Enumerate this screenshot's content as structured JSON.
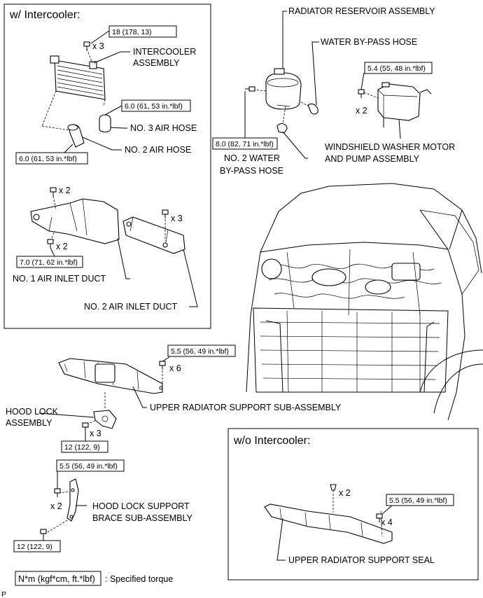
{
  "sections": {
    "with_intercooler": "w/ Intercooler:",
    "without_intercooler": "w/o Intercooler:"
  },
  "parts": {
    "radiator_reservoir": "RADIATOR RESERVOIR ASSEMBLY",
    "water_bypass_hose": "WATER BY-PASS HOSE",
    "intercooler_line1": "INTERCOOLER",
    "intercooler_line2": "ASSEMBLY",
    "no3_air_hose": "NO. 3 AIR HOSE",
    "no2_air_hose": "NO. 2 AIR HOSE",
    "no2_water_line1": "NO. 2 WATER",
    "no2_water_line2": "BY-PASS HOSE",
    "washer_line1": "WINDSHIELD WASHER MOTOR",
    "washer_line2": "AND PUMP ASSEMBLY",
    "no1_air_inlet_duct": "NO. 1 AIR INLET DUCT",
    "no2_air_inlet_duct": "NO. 2 AIR INLET DUCT",
    "upper_radiator_support": "UPPER RADIATOR SUPPORT SUB-ASSEMBLY",
    "hood_lock_line1": "HOOD LOCK",
    "hood_lock_line2": "ASSEMBLY",
    "hood_lock_brace_line1": "HOOD LOCK SUPPORT",
    "hood_lock_brace_line2": "BRACE SUB-ASSEMBLY",
    "upper_radiator_seal": "UPPER RADIATOR SUPPORT SEAL"
  },
  "torques": {
    "intercooler_bolt": "18 (178, 13)",
    "no3_air_hose": "6.0 (61, 53 in.*lbf)",
    "no2_air_hose": "6.0 (61, 53 in.*lbf)",
    "air_inlet_duct": "7.0 (71, 62 in.*lbf)",
    "reservoir": "8.0 (82, 71 in.*lbf)",
    "washer": "5.4 (55, 48 in.*lbf)",
    "radiator_support": "5.5 (56, 49 in.*lbf)",
    "hood_lock": "12 (122, 9)",
    "brace_upper": "5.5 (56, 49 in.*lbf)",
    "brace_lower": "12 (122, 9)",
    "seal": "5.5 (56, 49 in.*lbf)"
  },
  "quantities": {
    "intercooler_bolts": "x 3",
    "duct1_top": "x 2",
    "duct1_bottom": "x 2",
    "duct2": "x 3",
    "washer": "x 2",
    "radiator_support": "x 6",
    "hood_lock": "x 3",
    "brace": "x 2",
    "seal_clips": "x 2",
    "seal_bolts": "x 4"
  },
  "legend": {
    "unit": "N*m (kgf*cm, ft.*lbf)",
    "text": ": Specified torque"
  },
  "corner_mark": "P"
}
